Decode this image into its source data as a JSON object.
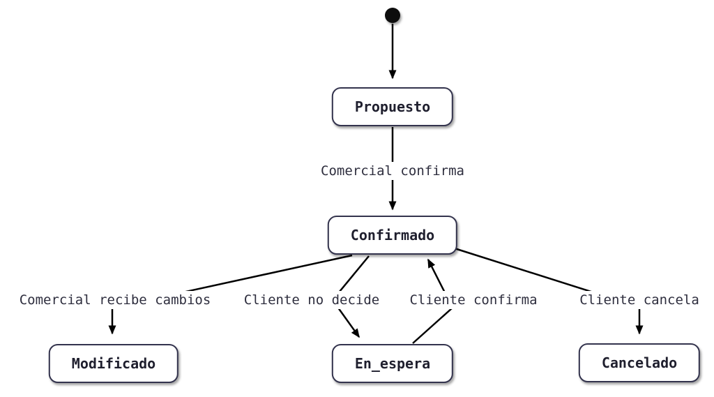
{
  "diagram": {
    "type": "state-diagram",
    "colors": {
      "background": "#ffffff",
      "node_border": "#33334d",
      "node_fill": "#ffffff",
      "node_text": "#1f1f2e",
      "edge_label_text": "#2e2e3e",
      "arrow": "#000000"
    },
    "states": [
      {
        "id": "[*]",
        "label": "",
        "type": "initial"
      },
      {
        "id": "Propuesto",
        "label": "Propuesto",
        "type": "state"
      },
      {
        "id": "Confirmado",
        "label": "Confirmado",
        "type": "state"
      },
      {
        "id": "Modificado",
        "label": "Modificado",
        "type": "state"
      },
      {
        "id": "En_espera",
        "label": "En_espera",
        "type": "state"
      },
      {
        "id": "Cancelado",
        "label": "Cancelado",
        "type": "state"
      }
    ],
    "transitions": [
      {
        "from": "[*]",
        "to": "Propuesto",
        "label": ""
      },
      {
        "from": "Propuesto",
        "to": "Confirmado",
        "label": "Comercial confirma"
      },
      {
        "from": "Confirmado",
        "to": "Modificado",
        "label": "Comercial recibe cambios"
      },
      {
        "from": "Confirmado",
        "to": "En_espera",
        "label": "Cliente no decide"
      },
      {
        "from": "En_espera",
        "to": "Confirmado",
        "label": "Cliente confirma"
      },
      {
        "from": "Confirmado",
        "to": "Cancelado",
        "label": "Cliente cancela"
      }
    ]
  }
}
